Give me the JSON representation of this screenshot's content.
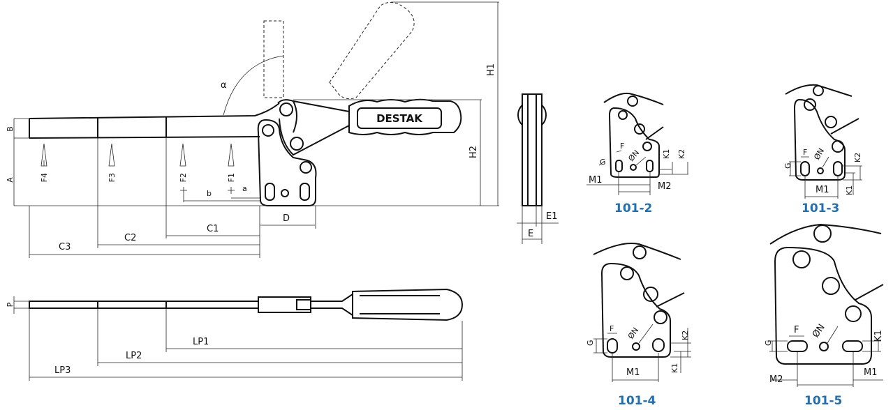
{
  "brand": "DESTAK",
  "side_view": {
    "angle": "α",
    "B": "B",
    "A": "A",
    "forces": [
      "F4",
      "F3",
      "F2",
      "F1"
    ],
    "b": "b",
    "a": "a",
    "D": "D",
    "C1": "C1",
    "C2": "C2",
    "C3": "C3",
    "H1": "H1",
    "H2": "H2"
  },
  "end_view": {
    "E1": "E1",
    "E": "E"
  },
  "top_view": {
    "P": "P",
    "LP1": "LP1",
    "LP2": "LP2",
    "LP3": "LP3"
  },
  "bases": [
    {
      "model": "101-2",
      "labels": {
        "G": "G",
        "F": "F",
        "N": "ØN",
        "K1": "K1",
        "K2": "K2",
        "M1": "M1",
        "M2": "M2"
      }
    },
    {
      "model": "101-3",
      "labels": {
        "G": "G",
        "F": "F",
        "N": "ØN",
        "K1": "K1",
        "K2": "K2",
        "M1": "M1"
      }
    },
    {
      "model": "101-4",
      "labels": {
        "G": "G",
        "F": "F",
        "N": "ØN",
        "K1": "K1",
        "K2": "K2",
        "M1": "M1"
      }
    },
    {
      "model": "101-5",
      "labels": {
        "G": "G",
        "F": "F",
        "N": "ØN",
        "K1": "K1",
        "M1": "M1",
        "M2": "M2"
      }
    }
  ],
  "colors": {
    "model_label": "#1f6fb2"
  }
}
